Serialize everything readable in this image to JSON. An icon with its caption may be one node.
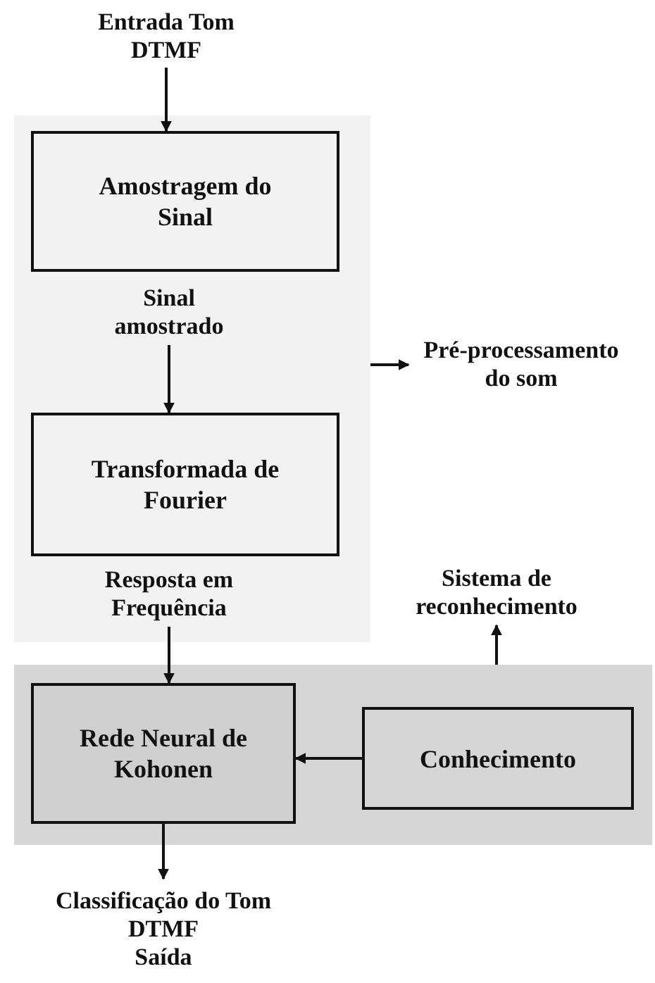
{
  "diagram": {
    "nodes": [
      {
        "text": [
          "Entrada Tom DTMF"
        ]
      },
      {
        "text": [],
        "shape": "box"
      },
      {
        "text": [
          "Amostragem do Sinal"
        ],
        "in": 1
      },
      {
        "text": [
          "Sinal amostrado"
        ],
        "in": 1
      },
      {
        "text": [
          "Pré-processamento do som"
        ]
      },
      {
        "text": [
          "Transformada de Fourier"
        ],
        "in": 1
      },
      {
        "text": [
          "Resposta em Frequência"
        ],
        "in": 1
      },
      {
        "text": [
          "Sistema de reconhecimento"
        ]
      },
      {
        "text": [],
        "shape": "box"
      },
      {
        "text": [
          "Rede Neural de Kohonen"
        ],
        "in": 8
      },
      {
        "text": [
          "Conhecimento"
        ],
        "in": 8
      },
      {
        "text": [
          "Classificação do Tom DTMF",
          "Saída"
        ]
      }
    ],
    "edges": [
      {
        "from": 0,
        "to": 2,
        "arrow": "to"
      },
      {
        "from": 3,
        "to": 5,
        "arrow": "to"
      },
      {
        "from": 1,
        "to": 4,
        "arrow": "to"
      },
      {
        "from": 6,
        "to": 9,
        "arrow": "to"
      },
      {
        "from": 10,
        "to": 9,
        "arrow": "to"
      },
      {
        "from": 8,
        "to": 7,
        "arrow": "to"
      },
      {
        "from": 9,
        "to": 11,
        "arrow": "to"
      }
    ]
  }
}
